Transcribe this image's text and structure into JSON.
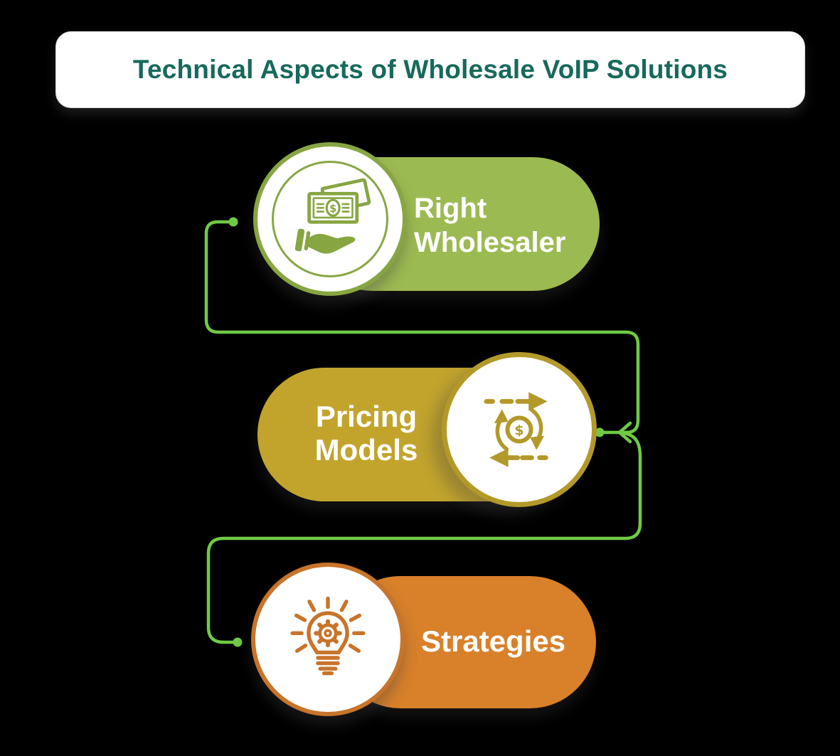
{
  "title": {
    "text": "Technical Aspects of Wholesale VoIP Solutions",
    "text_color": "#17695c",
    "card_bg": "#ffffff"
  },
  "background_color": "#000000",
  "items": [
    {
      "id": "right-wholesaler",
      "label": "Right Wholesaler",
      "label_lines": [
        "Right",
        "Wholesaler"
      ],
      "icon": "money-in-hand-icon",
      "pill_color": "#9cba52",
      "accent_color": "#87a642",
      "icon_side": "left"
    },
    {
      "id": "pricing-models",
      "label": "Pricing Models",
      "label_lines": [
        "Pricing",
        "Models"
      ],
      "icon": "dollar-exchange-icon",
      "pill_color": "#c2a42d",
      "accent_color": "#b3992a",
      "icon_side": "right"
    },
    {
      "id": "strategies",
      "label": "Strategies",
      "label_lines": [
        "Strategies"
      ],
      "icon": "idea-bulb-gear-icon",
      "pill_color": "#d8802a",
      "accent_color": "#c8742a",
      "icon_side": "left"
    }
  ],
  "icons": {
    "dollar_symbol": "$"
  },
  "connector": {
    "color": "#6fcb45",
    "style": "rounded-elbow",
    "endpoint": "dot",
    "arrowhead": "chevron"
  }
}
